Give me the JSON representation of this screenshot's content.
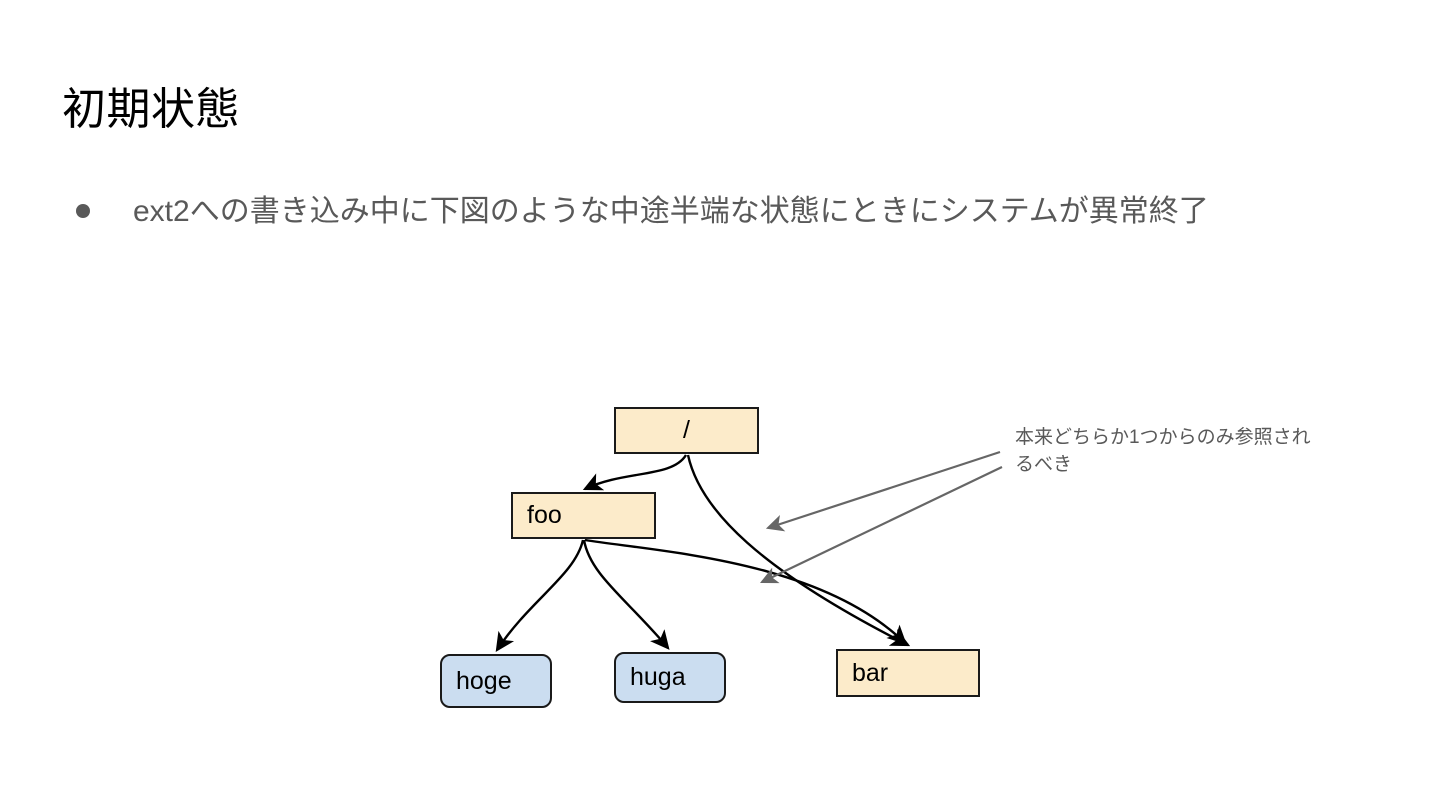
{
  "slide": {
    "title": "初期状態",
    "bullet": {
      "marker": "bullet-dot",
      "text": "ext2への書き込み中に下図のような中途半端な状態にときにシステムが異常終了"
    }
  },
  "diagram": {
    "type": "filesystem-tree",
    "nodes": [
      {
        "id": "root",
        "label": "/",
        "shape": "rect",
        "fill": "#fcebca",
        "stroke": "#1a1a1a",
        "align": "center"
      },
      {
        "id": "foo",
        "label": "foo",
        "shape": "rect",
        "fill": "#fcebca",
        "stroke": "#1a1a1a",
        "align": "left"
      },
      {
        "id": "hoge",
        "label": "hoge",
        "shape": "rounded-rect",
        "fill": "#cbddf0",
        "stroke": "#1a1a1a",
        "align": "left"
      },
      {
        "id": "huga",
        "label": "huga",
        "shape": "rounded-rect",
        "fill": "#cbddf0",
        "stroke": "#1a1a1a",
        "align": "left"
      },
      {
        "id": "bar",
        "label": "bar",
        "shape": "rect",
        "fill": "#fcebca",
        "stroke": "#1a1a1a",
        "align": "left"
      }
    ],
    "edges": [
      {
        "from": "root",
        "to": "foo",
        "color": "#000000"
      },
      {
        "from": "root",
        "to": "bar",
        "color": "#000000"
      },
      {
        "from": "foo",
        "to": "hoge",
        "color": "#000000"
      },
      {
        "from": "foo",
        "to": "huga",
        "color": "#000000"
      },
      {
        "from": "foo",
        "to": "bar",
        "color": "#000000"
      }
    ],
    "annotation": {
      "text": "本来どちらか1つからのみ参照されるべき",
      "color": "#595959",
      "pointers": 2
    }
  },
  "colors": {
    "cream_fill": "#fcebca",
    "blue_fill": "#cbddf0",
    "node_stroke": "#1a1a1a",
    "body_text": "#595959",
    "title_text": "#000000",
    "annotation_arrow": "#666666",
    "background": "#ffffff"
  }
}
